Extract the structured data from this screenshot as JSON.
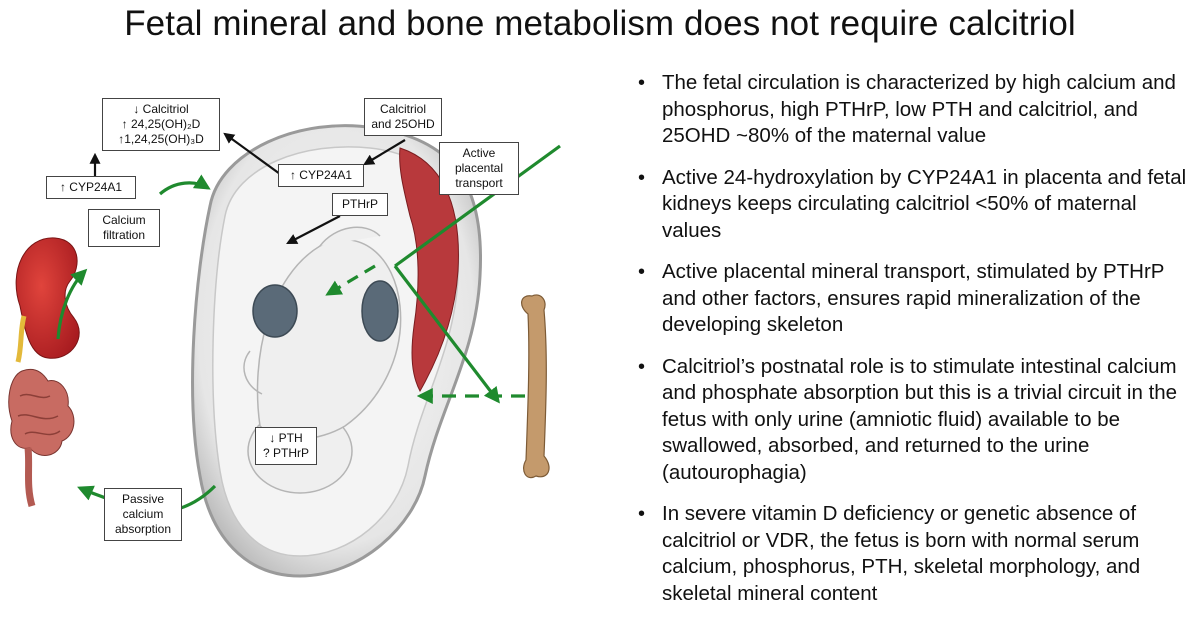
{
  "title": "Fetal mineral and bone metabolism does not require calcitriol",
  "labels": {
    "calcitriol_change": {
      "line1": "↓ Calcitriol",
      "line2": "↑ 24,25(OH)₂D",
      "line3": "↑1,24,25(OH)₃D"
    },
    "calcitriol_25ohd": {
      "line1": "Calcitriol",
      "line2": "and 25OHD"
    },
    "cyp24a1_kidney": "↑ CYP24A1",
    "cyp24a1_placenta": "↑ CYP24A1",
    "active_transport": {
      "line1": "Active",
      "line2": "placental",
      "line3": "transport"
    },
    "pthrp": "PTHrP",
    "calcium_filtration": {
      "line1": "Calcium",
      "line2": "filtration"
    },
    "pth_fetal": {
      "line1": "↓ PTH",
      "line2": "? PTHrP"
    },
    "passive_absorption": {
      "line1": "Passive",
      "line2": "calcium",
      "line3": "absorption"
    }
  },
  "bullets": [
    "The fetal circulation is characterized by high calcium and phosphorus, high PTHrP, low PTH and calcitriol, and 25OHD ~80% of the maternal value",
    "Active 24-hydroxylation by CYP24A1 in placenta and fetal kidneys keeps circulating calcitriol <50% of maternal values",
    "Active placental mineral transport, stimulated by PTHrP and other factors, ensures rapid mineralization of the developing skeleton",
    "Calcitriol’s postnatal role is to stimulate intestinal calcium and phosphate absorption but this is a trivial circuit in the fetus with only urine (amniotic fluid) available to be swallowed, absorbed, and returned to the urine (autourophagia)",
    "In severe vitamin D deficiency or genetic absence of calcitriol or VDR, the fetus is born with normal serum calcium, phosphorus, PTH, skeletal morphology, and skeletal mineral content"
  ],
  "colors": {
    "arrow_green": "#1f8a2e",
    "arrow_black": "#111111",
    "kidney": "#c9262a",
    "placenta": "#b8393c",
    "bone": "#c49a6c"
  }
}
